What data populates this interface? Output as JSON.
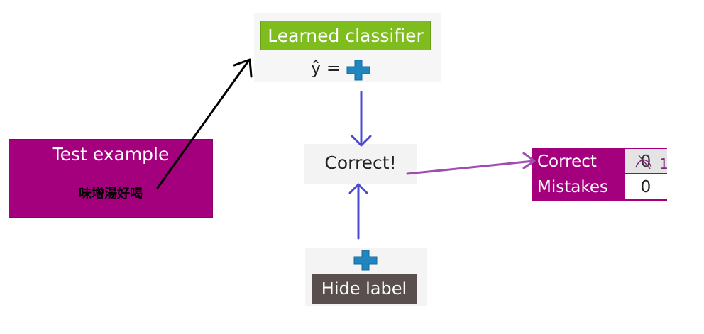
{
  "classifier": {
    "title": "Learned classifier",
    "formula": "ŷ =",
    "prediction_icon": "plus-icon",
    "color": "#7fbc1d"
  },
  "test_example": {
    "title": "Test example",
    "text": "味增湯好喝",
    "color": "#a4007e"
  },
  "result": {
    "text": "Correct!"
  },
  "hidden_label": {
    "icon": "plus-icon",
    "text": "Hide label",
    "color": "#5a4f4f"
  },
  "counter": {
    "correct_label": "Correct",
    "correct_value": "0",
    "correct_value_handwritten": "1",
    "mistakes_label": "Mistakes",
    "mistakes_value": "0"
  },
  "colors": {
    "arrow_blue": "#4b4bd1",
    "arrow_purple": "#a04bb0",
    "arrow_black": "#000000",
    "plus_icon": "#1f86bf"
  }
}
